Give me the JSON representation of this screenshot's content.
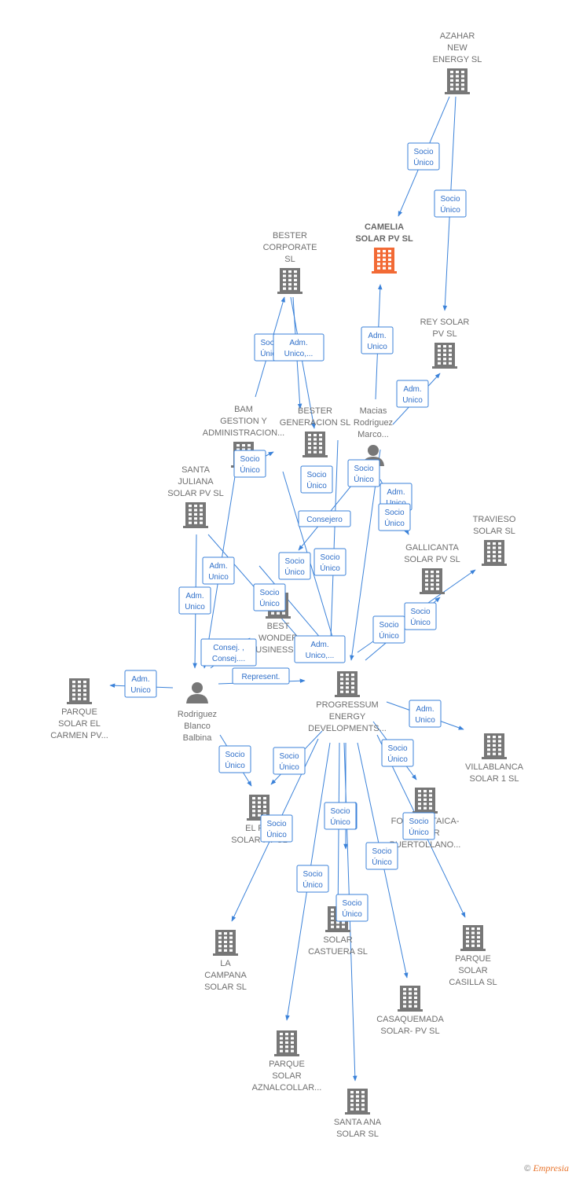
{
  "colors": {
    "edge": "#3b82d9",
    "company": "#777777",
    "focus": "#f26a35",
    "person": "#777777"
  },
  "nodes": [
    {
      "id": "azahar",
      "type": "company",
      "label": [
        "AZAHAR",
        "NEW",
        "ENERGY  SL"
      ]
    },
    {
      "id": "camelia",
      "type": "company",
      "focus": true,
      "label": [
        "CAMELIA",
        "SOLAR PV  SL"
      ]
    },
    {
      "id": "bester_corp",
      "type": "company",
      "label": [
        "BESTER",
        "CORPORATE",
        "SL"
      ]
    },
    {
      "id": "rey",
      "type": "company",
      "label": [
        "REY SOLAR",
        "PV  SL"
      ]
    },
    {
      "id": "bam",
      "type": "company",
      "label": [
        "BAM",
        "GESTION Y",
        "ADMINISTRACION..."
      ]
    },
    {
      "id": "bester_gen",
      "type": "company",
      "label": [
        "BESTER",
        "GENERACION SL"
      ]
    },
    {
      "id": "macias",
      "type": "person",
      "label": [
        "Macias",
        "Rodriguez",
        "Marco..."
      ]
    },
    {
      "id": "santa_juliana",
      "type": "company",
      "label": [
        "SANTA",
        "JULIANA",
        "SOLAR PV  SL"
      ]
    },
    {
      "id": "travieso",
      "type": "company",
      "label": [
        "TRAVIESO",
        "SOLAR  SL"
      ]
    },
    {
      "id": "gallicanta",
      "type": "company",
      "label": [
        "GALLICANTA",
        "SOLAR PV  SL"
      ]
    },
    {
      "id": "best_wonder",
      "type": "company",
      "label": [
        "BEST",
        "WONDER",
        "BUSINESS SL"
      ]
    },
    {
      "id": "parque_carmen",
      "type": "company",
      "label": [
        "PARQUE",
        "SOLAR EL",
        "CARMEN PV..."
      ]
    },
    {
      "id": "rodriguez",
      "type": "person",
      "label": [
        "Rodriguez",
        "Blanco",
        "Balbina"
      ]
    },
    {
      "id": "progressum",
      "type": "company",
      "label": [
        "PROGRESSUM",
        "ENERGY",
        "DEVELOPMENTS..."
      ]
    },
    {
      "id": "villablanca",
      "type": "company",
      "label": [
        "VILLABLANCA",
        "SOLAR 1  SL"
      ]
    },
    {
      "id": "fotovoltaica",
      "type": "company",
      "label": [
        "FOTOVOLTAICA-",
        "SOLAR",
        "PUERTOLLANO..."
      ]
    },
    {
      "id": "el_rio",
      "type": "company",
      "label": [
        "EL RIO",
        "SOLAR PV  SL"
      ]
    },
    {
      "id": "la_campana",
      "type": "company",
      "label": [
        "LA",
        "CAMPANA",
        "SOLAR  SL"
      ]
    },
    {
      "id": "castuera",
      "type": "company",
      "label": [
        "SOLAR",
        "CASTUERA  SL"
      ]
    },
    {
      "id": "casilla",
      "type": "company",
      "label": [
        "PARQUE",
        "SOLAR",
        "CASILLA  SL"
      ]
    },
    {
      "id": "casaquemada",
      "type": "company",
      "label": [
        "CASAQUEMADA",
        "SOLAR- PV  SL"
      ]
    },
    {
      "id": "aznalcollar",
      "type": "company",
      "label": [
        "PARQUE",
        "SOLAR",
        "AZNALCOLLAR..."
      ]
    },
    {
      "id": "santa_ana",
      "type": "company",
      "label": [
        "SANTA ANA",
        "SOLAR  SL"
      ]
    }
  ],
  "edges": [
    {
      "label": [
        "Socio",
        "Único"
      ]
    },
    {
      "label": [
        "Socio",
        "Único"
      ]
    },
    {
      "label": [
        "Adm.",
        "Unico"
      ]
    },
    {
      "label": [
        "Adm.",
        "Unico"
      ]
    },
    {
      "label": [
        "Socio",
        "Único"
      ]
    },
    {
      "label": [
        "Adm.",
        "Unico,..."
      ]
    },
    {
      "label": [
        "Socio",
        "Único"
      ]
    },
    {
      "label": [
        "Socio",
        "Único"
      ]
    },
    {
      "label": [
        "Adm.",
        "Unico"
      ]
    },
    {
      "label": [
        "Consejero"
      ]
    },
    {
      "label": [
        "Socio",
        "Único"
      ]
    },
    {
      "label": [
        "Socio",
        "Único"
      ]
    },
    {
      "label": [
        "Socio",
        "Único"
      ]
    },
    {
      "label": [
        "Adm.",
        "Unico"
      ]
    },
    {
      "label": [
        "Adm.",
        "Unico"
      ]
    },
    {
      "label": [
        "Socio",
        "Único"
      ]
    },
    {
      "label": [
        "Adm.",
        "Unico,..."
      ]
    },
    {
      "label": [
        "Consej. ,",
        "Consej...."
      ]
    },
    {
      "label": [
        "Represent."
      ]
    },
    {
      "label": [
        "Adm.",
        "Unico"
      ]
    },
    {
      "label": [
        "Socio",
        "Único"
      ]
    },
    {
      "label": [
        "Socio",
        "Único"
      ]
    },
    {
      "label": [
        "Adm.",
        "Unico"
      ]
    },
    {
      "label": [
        "Socio",
        "Único"
      ]
    },
    {
      "label": [
        "Socio",
        "Único"
      ]
    },
    {
      "label": [
        "Socio",
        "Único"
      ]
    },
    {
      "label": [
        "Socio",
        "Único"
      ]
    },
    {
      "label": [
        "Socio",
        "Único"
      ]
    },
    {
      "label": [
        "Socio",
        "Único"
      ]
    },
    {
      "label": [
        "Socio",
        "Único"
      ]
    },
    {
      "label": [
        "Socio",
        "Único"
      ]
    },
    {
      "label": [
        "Socio",
        "Único"
      ]
    },
    {
      "label": [
        "Socio",
        "Único"
      ]
    },
    {
      "label": [
        "Socio",
        "Único"
      ]
    }
  ],
  "footer": {
    "copyright": "©",
    "brand": "Empresia"
  }
}
